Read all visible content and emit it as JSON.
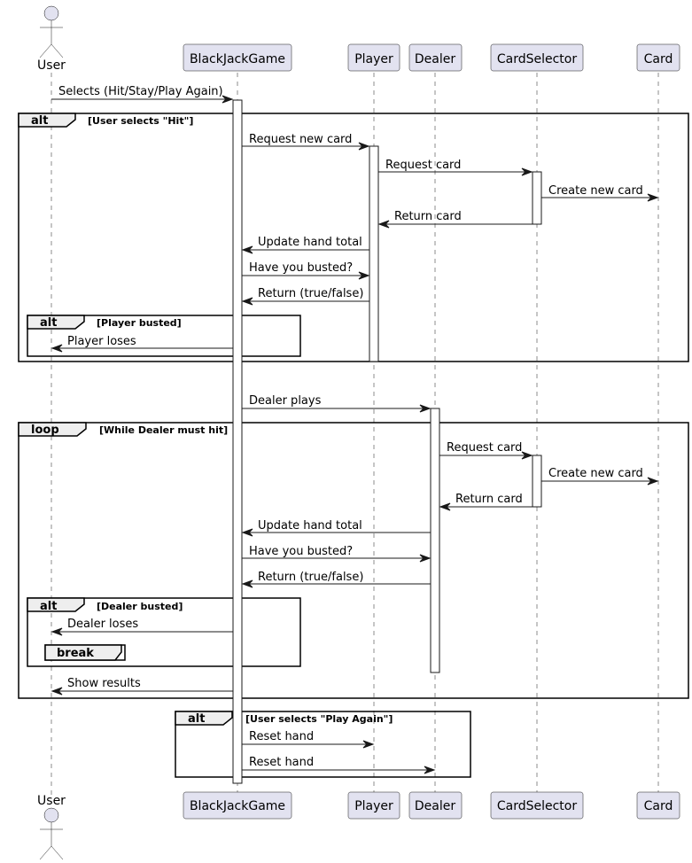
{
  "participants": [
    {
      "id": "user",
      "label": "User",
      "kind": "actor"
    },
    {
      "id": "game",
      "label": "BlackJackGame",
      "kind": "participant"
    },
    {
      "id": "player",
      "label": "Player",
      "kind": "participant"
    },
    {
      "id": "dealer",
      "label": "Dealer",
      "kind": "participant"
    },
    {
      "id": "selector",
      "label": "CardSelector",
      "kind": "participant"
    },
    {
      "id": "card",
      "label": "Card",
      "kind": "participant"
    }
  ],
  "messages": [
    {
      "from": "user",
      "to": "game",
      "text": "Selects (Hit/Stay/Play Again)"
    },
    {
      "from": "game",
      "to": "player",
      "text": "Request new card"
    },
    {
      "from": "player",
      "to": "selector",
      "text": "Request card"
    },
    {
      "from": "selector",
      "to": "card",
      "text": "Create new card"
    },
    {
      "from": "selector",
      "to": "player",
      "text": "Return card"
    },
    {
      "from": "player",
      "to": "game",
      "text": "Update hand total"
    },
    {
      "from": "game",
      "to": "player",
      "text": "Have you busted?"
    },
    {
      "from": "player",
      "to": "game",
      "text": "Return (true/false)"
    },
    {
      "from": "game",
      "to": "user",
      "text": "Player loses"
    },
    {
      "from": "game",
      "to": "dealer",
      "text": "Dealer plays"
    },
    {
      "from": "dealer",
      "to": "selector",
      "text": "Request card"
    },
    {
      "from": "selector",
      "to": "card",
      "text": "Create new card"
    },
    {
      "from": "selector",
      "to": "dealer",
      "text": "Return card"
    },
    {
      "from": "dealer",
      "to": "game",
      "text": "Update hand total"
    },
    {
      "from": "game",
      "to": "dealer",
      "text": "Have you busted?"
    },
    {
      "from": "dealer",
      "to": "game",
      "text": "Return (true/false)"
    },
    {
      "from": "game",
      "to": "user",
      "text": "Dealer loses"
    },
    {
      "from": "game",
      "to": "user",
      "text": "Show results"
    },
    {
      "from": "game",
      "to": "player",
      "text": "Reset hand"
    },
    {
      "from": "game",
      "to": "dealer",
      "text": "Reset hand"
    }
  ],
  "frames": [
    {
      "kind": "alt",
      "guard": "[User selects \"Hit\"]"
    },
    {
      "kind": "alt",
      "guard": "[Player busted]"
    },
    {
      "kind": "loop",
      "guard": "[While Dealer must hit]"
    },
    {
      "kind": "alt",
      "guard": "[Dealer busted]"
    },
    {
      "kind": "break",
      "guard": ""
    },
    {
      "kind": "alt",
      "guard": "[User selects \"Play Again\"]"
    }
  ],
  "colors": {
    "participant_fill": "#E2E2F0",
    "line": "#181818",
    "frame_tab": "#EEEEEE",
    "background": "#FFFFFF"
  }
}
